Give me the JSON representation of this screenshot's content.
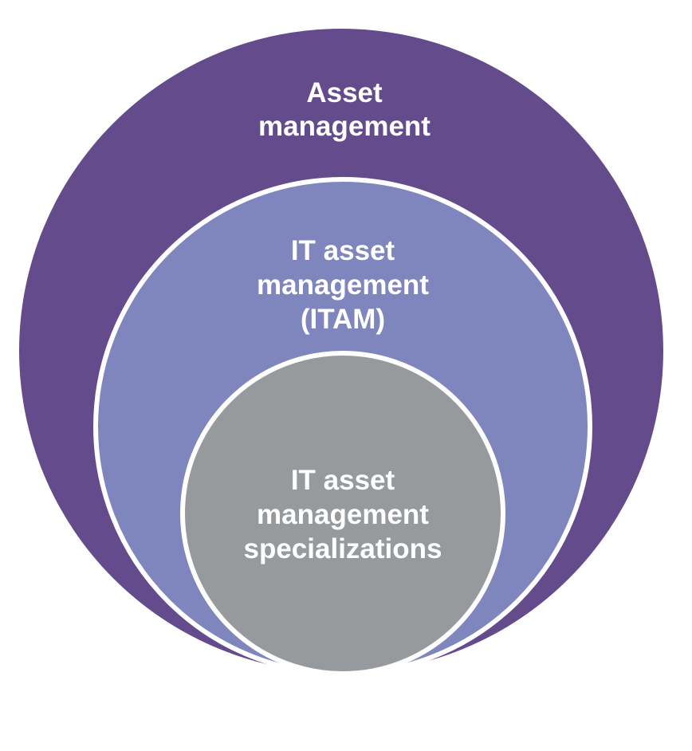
{
  "diagram": {
    "outer": {
      "lines": [
        "Asset",
        "management"
      ],
      "color": "#644b8c"
    },
    "middle": {
      "lines": [
        "IT asset",
        "management",
        "(ITAM)"
      ],
      "color": "#7e86bd"
    },
    "inner": {
      "lines": [
        "IT asset",
        "management",
        "specializations"
      ],
      "color": "#979a9d"
    },
    "ring_color": "#ffffff",
    "text_color": "#ffffff"
  }
}
